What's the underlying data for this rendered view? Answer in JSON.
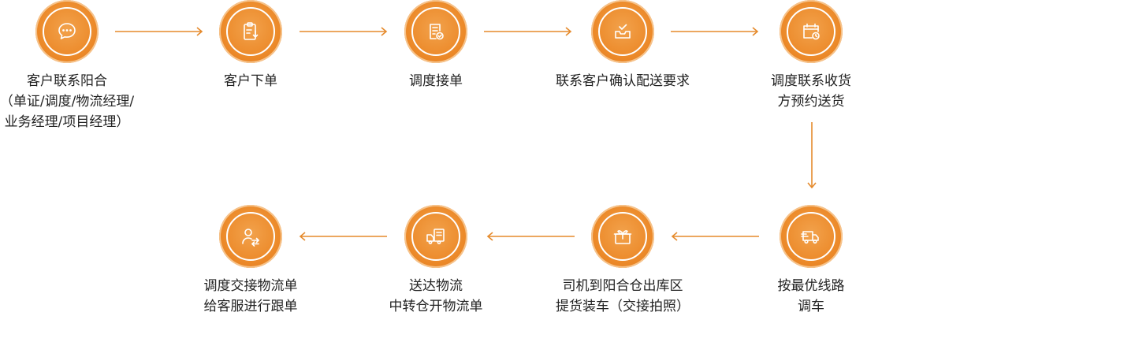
{
  "colors": {
    "accent": "#ec8a2a",
    "arrow": "#e58a2c",
    "text": "#222222"
  },
  "steps": [
    {
      "icon": "chat-bubble-icon",
      "lines": [
        "客户联系阳合",
        "（单证/调度/物流经理/",
        "业务经理/项目经理）"
      ]
    },
    {
      "icon": "clipboard-download-icon",
      "lines": [
        "客户下单"
      ]
    },
    {
      "icon": "document-check-icon",
      "lines": [
        "调度接单"
      ]
    },
    {
      "icon": "inbox-check-icon",
      "lines": [
        "联系客户确认配送要求"
      ]
    },
    {
      "icon": "calendar-clock-icon",
      "lines": [
        "调度联系收货",
        "方预约送货"
      ]
    },
    {
      "icon": "delivery-truck-icon",
      "lines": [
        "按最优线路",
        "调车"
      ]
    },
    {
      "icon": "package-box-icon",
      "lines": [
        "司机到阳合仓出库区",
        "提货装车（交接拍照）"
      ]
    },
    {
      "icon": "truck-document-icon",
      "lines": [
        "送达物流",
        "中转仓开物流单"
      ]
    },
    {
      "icon": "user-transfer-icon",
      "lines": [
        "调度交接物流单",
        "给客服进行跟单"
      ]
    }
  ]
}
